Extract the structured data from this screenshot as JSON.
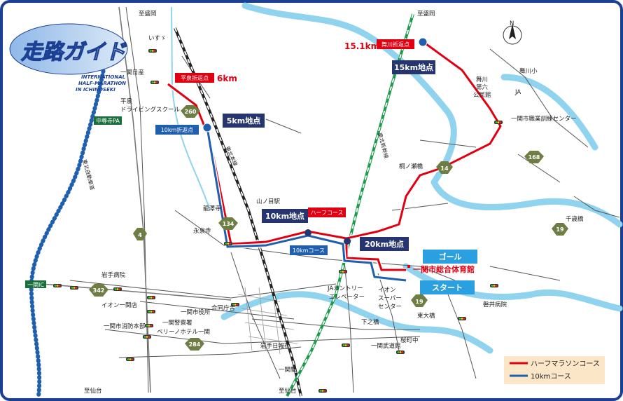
{
  "title": {
    "main": "走路ガイド",
    "sub1": "INTERNATIONAL",
    "sub2": "HALF-MARATHON",
    "sub3": "IN ICHINOSEKI"
  },
  "colors": {
    "half_course": "#e00012",
    "ten_km_course": "#1f5fae",
    "river": "#8fd3ee",
    "frame": "#1a3f93",
    "tag_dark": "#27356f",
    "tag_cyan": "#2aa0e0"
  },
  "legend": {
    "half": "ハーフマラソンコース",
    "ten": "10kmコース"
  },
  "markers": {
    "turn_151": "15.1km",
    "turn_151_tag": "舞川折返点",
    "km15": "15km地点",
    "turn_hiraizumi_tag": "平泉折返点",
    "turn_6km": "6km",
    "turn_10_tag": "10km折返点",
    "km5": "5km地点",
    "km10": "10km地点",
    "half_course_tag": "ハーフコース",
    "ten_course_tag": "10kmコース",
    "km20": "20km地点",
    "goal": "ゴール",
    "start": "スタート",
    "gym": "一関市総合体育館"
  },
  "labels": {
    "shiwa_top_left": "至盛岡",
    "shiwa_top_right": "至盛岡",
    "sendai_left": "至仙台",
    "sendai_mid": "至仙台",
    "isuzu": "いすゞ",
    "ichinoseki_nissan": "一関日産",
    "hiraizumi_driving": "平泉\nドライビングスクール",
    "chusonji_pa": "中尊寺PA",
    "tohoku_expressway": "東北自動車道",
    "tohoku_line": "東北本線",
    "shinkansen": "東北新幹線",
    "yamanome": "山ノ目駅",
    "rinzoji": "龍澤寺",
    "eisenji": "永泉寺",
    "iwate_hospital": "岩手病院",
    "aeon_ichinoseki": "イオン一関店",
    "ichinoseki_cityhall": "一関市役所",
    "ichinoseki_police": "一関警察署",
    "fire_hq": "一関市消防本部",
    "hotel": "ベリーノホテル一関",
    "godo_chosha": "合同庁舎",
    "iwate_nippo": "岩手日報社",
    "ichinoseki_station": "一関駅",
    "ja_country": "JAカントリー\nエレベーター",
    "aeon_super": "イオン\nスーパー\nセンター",
    "shimonohashi": "下之橋",
    "sakuramachi": "桜町中",
    "ichinoseki_budokan": "一関武道館",
    "higashiohashi": "東大橋",
    "iwai_hospital": "磐井病院",
    "masaki_bridge": "千歳橋",
    "kiriyabashi": "桐ノ瀬橋",
    "maikawa_koumin": "舞川\n第六\n公民館",
    "maikawa_sho": "舞川小",
    "ja_label": "JA",
    "kunren_center": "一関市職業訓練センター"
  },
  "routes": {
    "r4": "4",
    "r14": "14",
    "r19a": "19",
    "r19b": "19",
    "r134": "134",
    "r168": "168",
    "r260": "260",
    "r284": "284",
    "r342": "342"
  },
  "expressway_ic": "一関IC",
  "compass": "N"
}
